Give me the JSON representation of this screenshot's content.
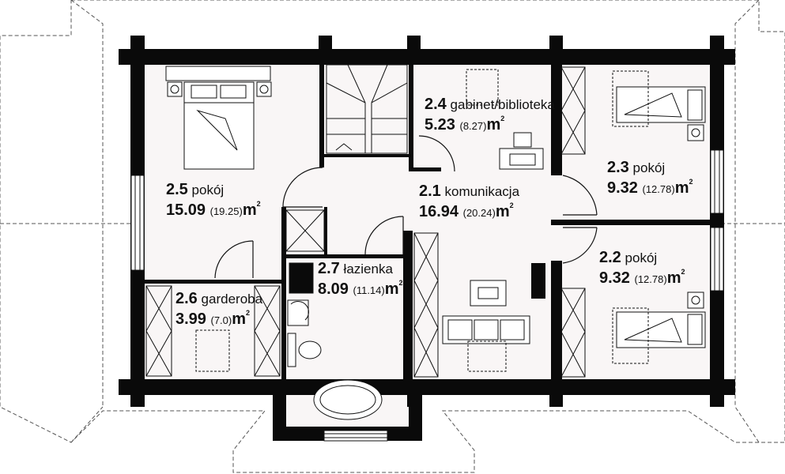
{
  "rooms": [
    {
      "number": "2.1",
      "name": "komunikacja",
      "area": "16.94",
      "gross": "(20.24)",
      "unit": "m",
      "exp": "2"
    },
    {
      "number": "2.2",
      "name": "pokój",
      "area": "9.32",
      "gross": "(12.78)",
      "unit": "m",
      "exp": "2"
    },
    {
      "number": "2.3",
      "name": "pokój",
      "area": "9.32",
      "gross": "(12.78)",
      "unit": "m",
      "exp": "2"
    },
    {
      "number": "2.4",
      "name": "gabinet/biblioteka",
      "area": "5.23",
      "gross": "(8.27)",
      "unit": "m",
      "exp": "2"
    },
    {
      "number": "2.5",
      "name": "pokój",
      "area": "15.09",
      "gross": "(19.25)",
      "unit": "m",
      "exp": "2"
    },
    {
      "number": "2.6",
      "name": "garderoba",
      "area": "3.99",
      "gross": "(7.0)",
      "unit": "m",
      "exp": "2"
    },
    {
      "number": "2.7",
      "name": "łazienka",
      "area": "8.09",
      "gross": "(11.14)",
      "unit": "m",
      "exp": "2"
    }
  ],
  "colors": {
    "wall": "#0a0a0a",
    "floor": "#f9f6f6",
    "line": "#222222",
    "dashed": "#555555"
  }
}
